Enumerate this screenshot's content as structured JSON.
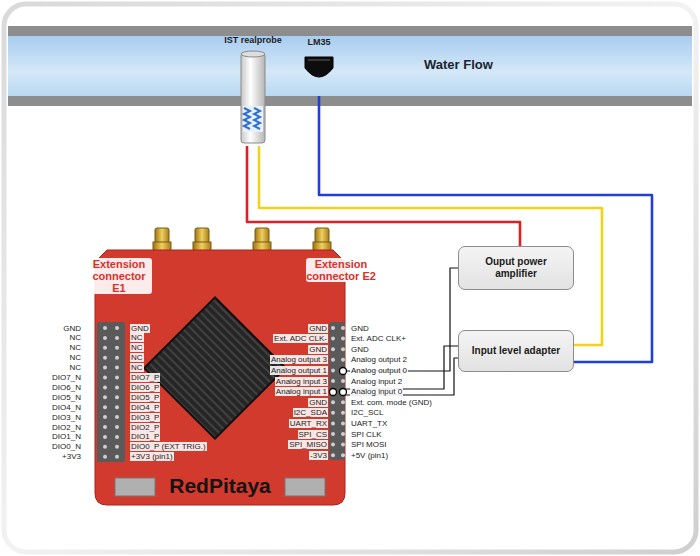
{
  "diagram": {
    "nodes": [
      {
        "text": [
          "Water Flow"
        ]
      },
      {
        "text": [
          "IST realprobe"
        ]
      },
      {
        "text": [
          "LM35"
        ]
      },
      {
        "text": [
          "Ouput power amplifier"
        ]
      },
      {
        "text": [
          "Input level adapter"
        ]
      },
      {
        "text": [
          "RedPitaya"
        ]
      }
    ],
    "edges": [
      {
        "from": 1,
        "to": 3,
        "arrow": "none"
      },
      {
        "from": 1,
        "to": 4,
        "arrow": "none"
      },
      {
        "from": 2,
        "to": 4,
        "arrow": "none"
      },
      {
        "from": 5,
        "to": 3,
        "arrow": "none"
      },
      {
        "from": 5,
        "to": 4,
        "arrow": "none"
      },
      {
        "from": 5,
        "to": 4,
        "arrow": "none"
      }
    ],
    "labels": [
      "Extension connector E1",
      "Extension connector E2",
      "GND",
      "NC",
      "NC",
      "NC",
      "NC",
      "DIO7_N",
      "DIO6_N",
      "DIO5_N",
      "DIO4_N",
      "DIO3_N",
      "DIO2_N",
      "DIO1_N",
      "DIO0_N",
      "+3V3",
      "GND",
      "NC",
      "NC",
      "NC",
      "NC",
      "DIO7_P",
      "DIO6_P",
      "DIO5_P",
      "DIO4_P",
      "DIO3_P",
      "DIO2_P",
      "DIO1_P",
      "DIO0_P (EXT TRIG.)",
      "+3V3 (pin1)",
      "GND",
      "Ext. ADC CLK-",
      "GND",
      "Analog output 3",
      "Analog output 1",
      "Analog input 3",
      "Analog input 1",
      "GND",
      "I2C_SDA",
      "UART_RX",
      "SPI_CS",
      "SPI_MISO",
      "-3V3",
      "GND",
      "Ext. ADC CLK+",
      "GND",
      "Analog output 2",
      "Analog output 0",
      "Analog input 2",
      "Analog input 0",
      "Ext. com. mode (GND)",
      "I2C_SCL",
      "UART_TX",
      "SPI CLK",
      "SPI MOSI",
      "+5V (pin1)"
    ]
  }
}
